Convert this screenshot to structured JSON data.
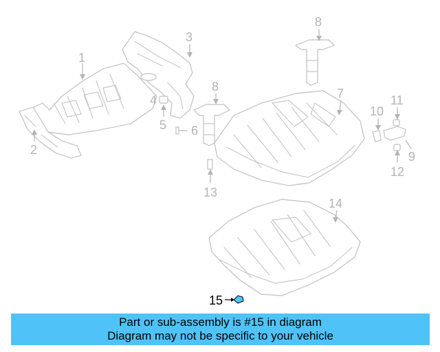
{
  "callouts": {
    "c1": "1",
    "c2": "2",
    "c3": "3",
    "c4": "4",
    "c5": "5",
    "c6": "6",
    "c7": "7",
    "c8a": "8",
    "c8b": "8",
    "c9": "9",
    "c10": "10",
    "c11": "11",
    "c12": "12",
    "c13": "13",
    "c14": "14",
    "c15": "15"
  },
  "highlighted_callout": "15",
  "banner": {
    "line1": "Part or sub-assembly is #15 in diagram",
    "line2": "Diagram may not be specific to your vehicle"
  },
  "colors": {
    "banner_bg": "#4fc3f7",
    "part_stroke": "#c8c8c8",
    "callout_gray": "#b4b4b4",
    "highlight": "#000000",
    "part15_fill": "#4fc3f7"
  }
}
